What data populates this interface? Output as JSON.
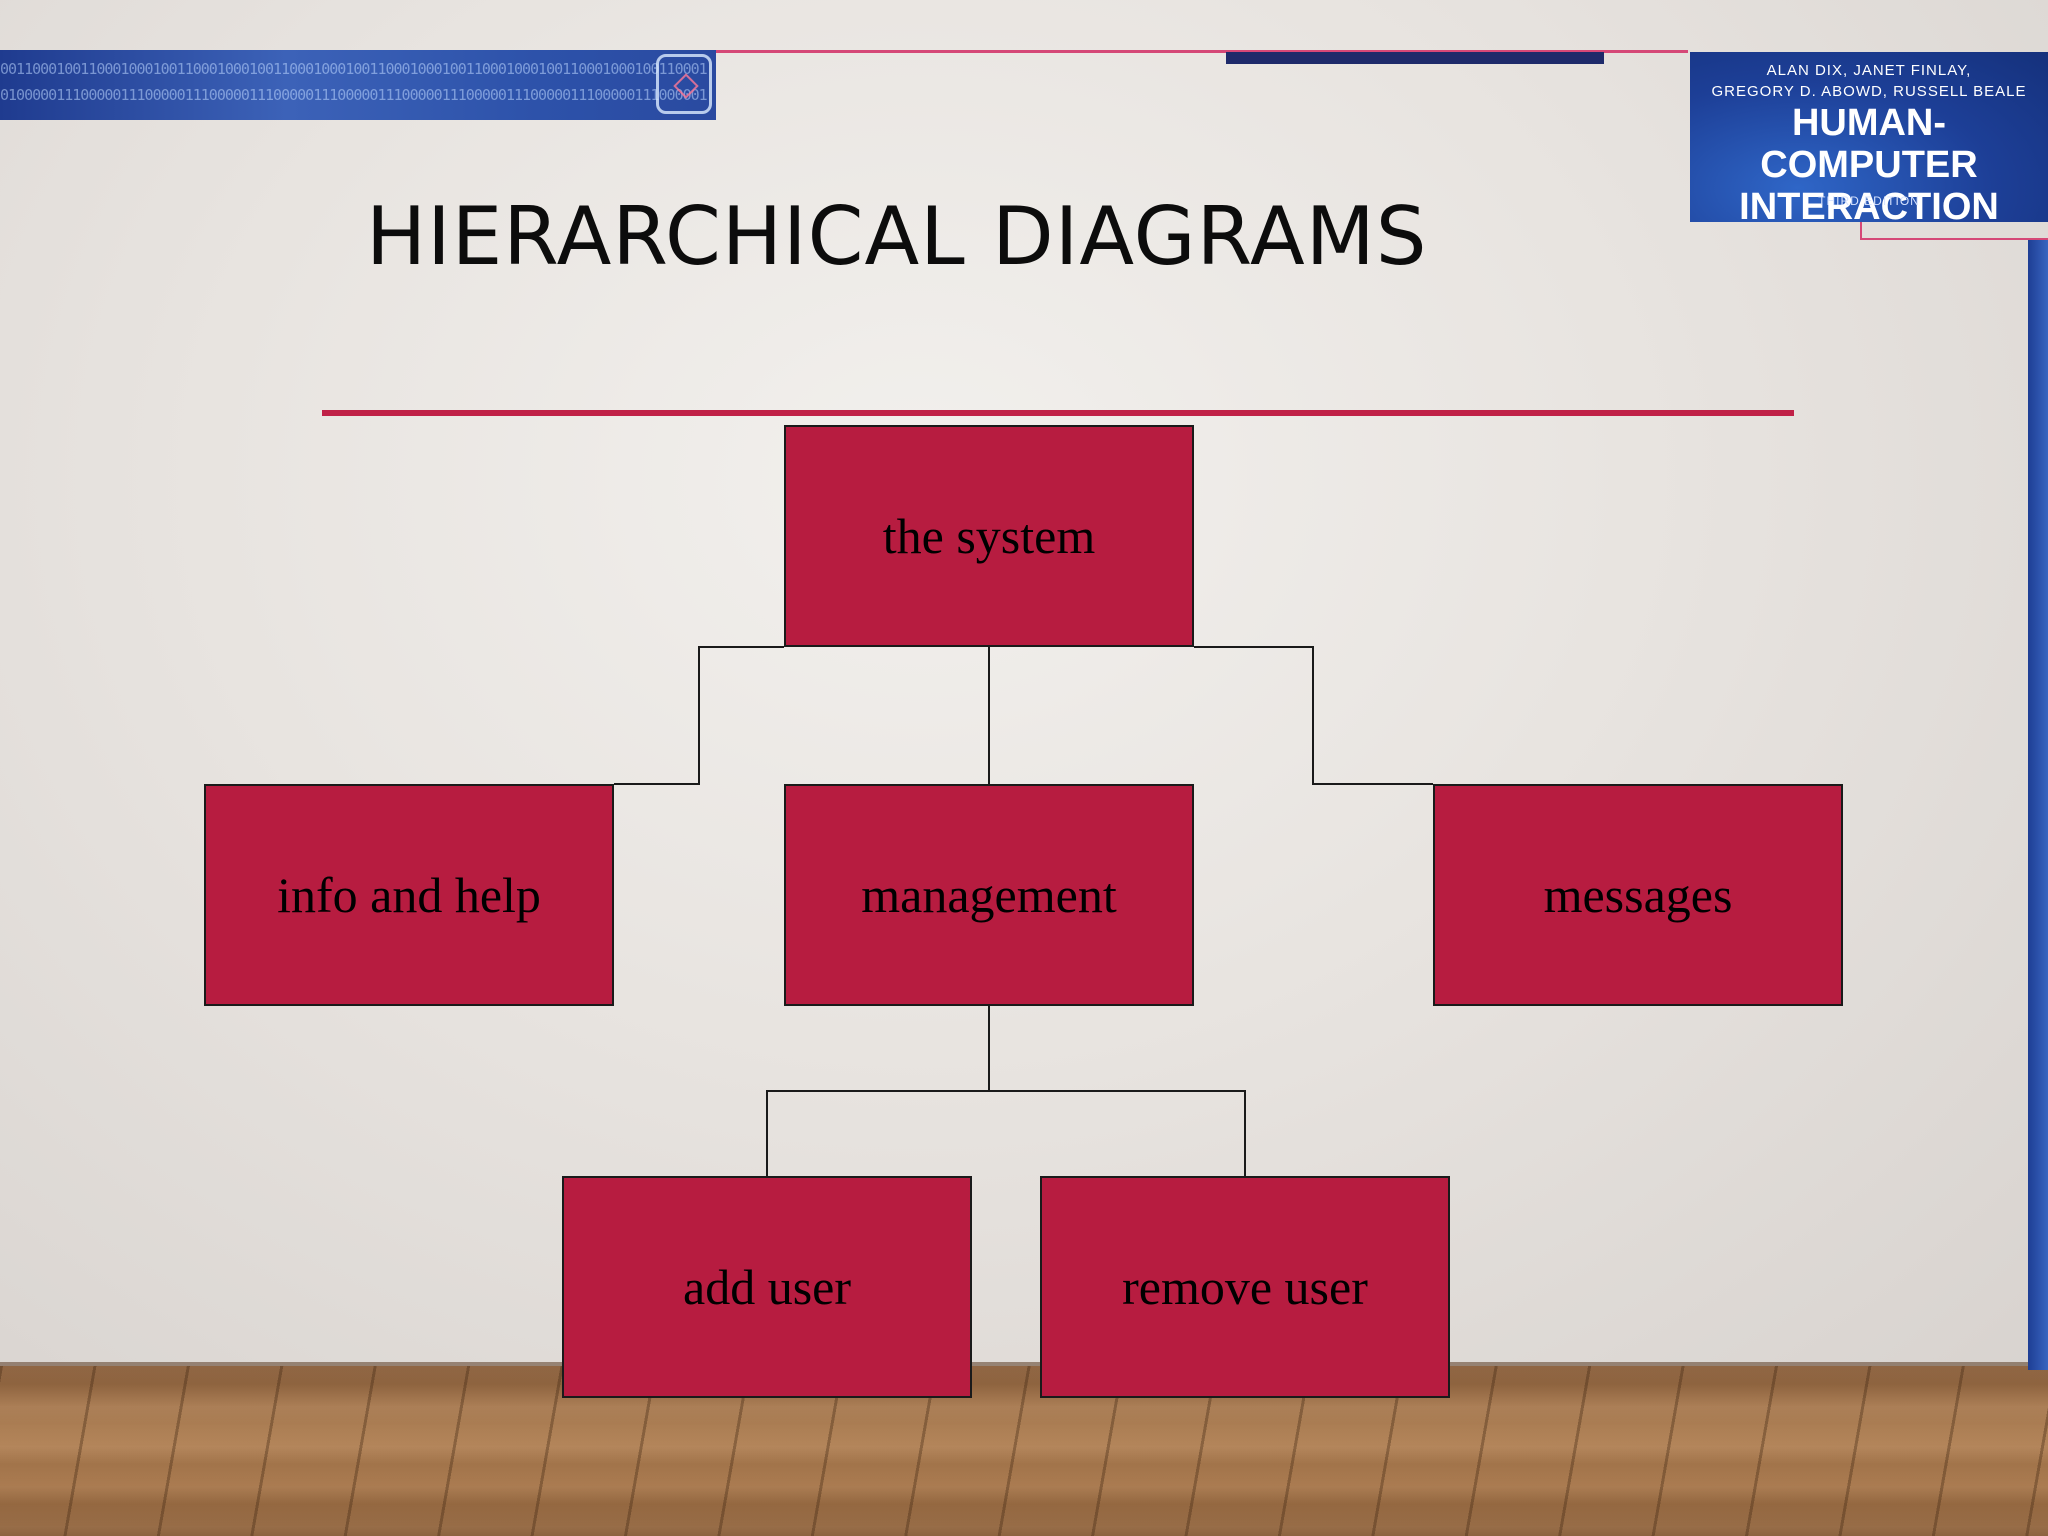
{
  "slide": {
    "title": "HIERARCHICAL DIAGRAMS"
  },
  "decor": {
    "binary_row_1": "0011000100110001000100110001000100110001000100110001000100110001000100110001000100110001",
    "binary_row_2": "0100000111000001110000011100000111000001110000011100000111000001110000011100000111000001",
    "rule_color": "#c02147",
    "box_color": "#b71c40",
    "emblem_icon": "diamond-emblem-icon"
  },
  "book": {
    "authors_line_1": "ALAN DIX, JANET FINLAY,",
    "authors_line_2": "GREGORY D. ABOWD, RUSSELL BEALE",
    "title_line_1": "HUMAN-COMPUTER",
    "title_line_2": "INTERACTION",
    "edition": "THIRD EDITION"
  },
  "diagram": {
    "root": "the system",
    "level_1": [
      "info and help",
      "management",
      "messages"
    ],
    "level_2_under_management": [
      "add user",
      "remove user"
    ]
  }
}
